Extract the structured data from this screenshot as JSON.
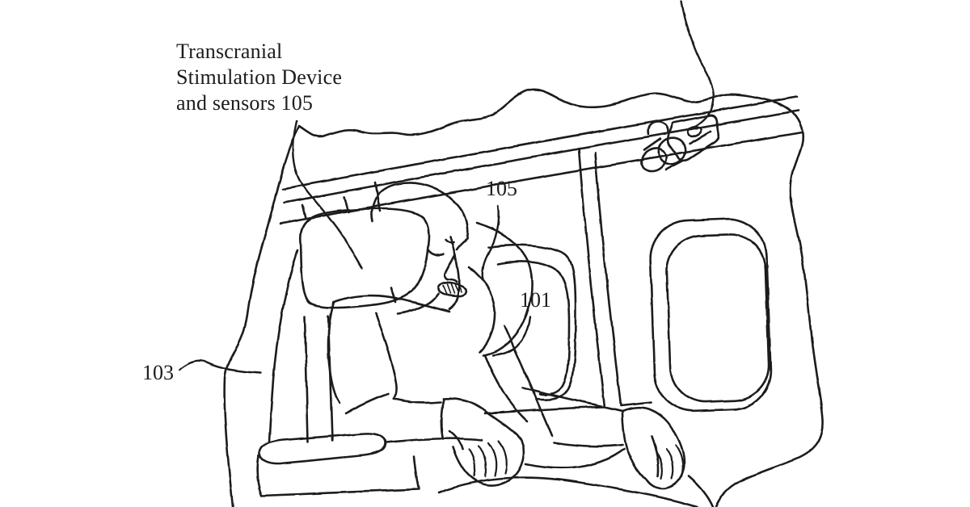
{
  "page": {
    "background_color": "#ffffff",
    "ink_color": "#1c1c1c"
  },
  "figure": {
    "kind": "patent-line-drawing",
    "description_label": {
      "line1": "Transcranial",
      "line2": "Stimulation Device",
      "line3": "and sensors 105"
    },
    "reference_numerals": {
      "device_and_sensors": "105",
      "occupant": "101",
      "cabin": "103"
    }
  }
}
